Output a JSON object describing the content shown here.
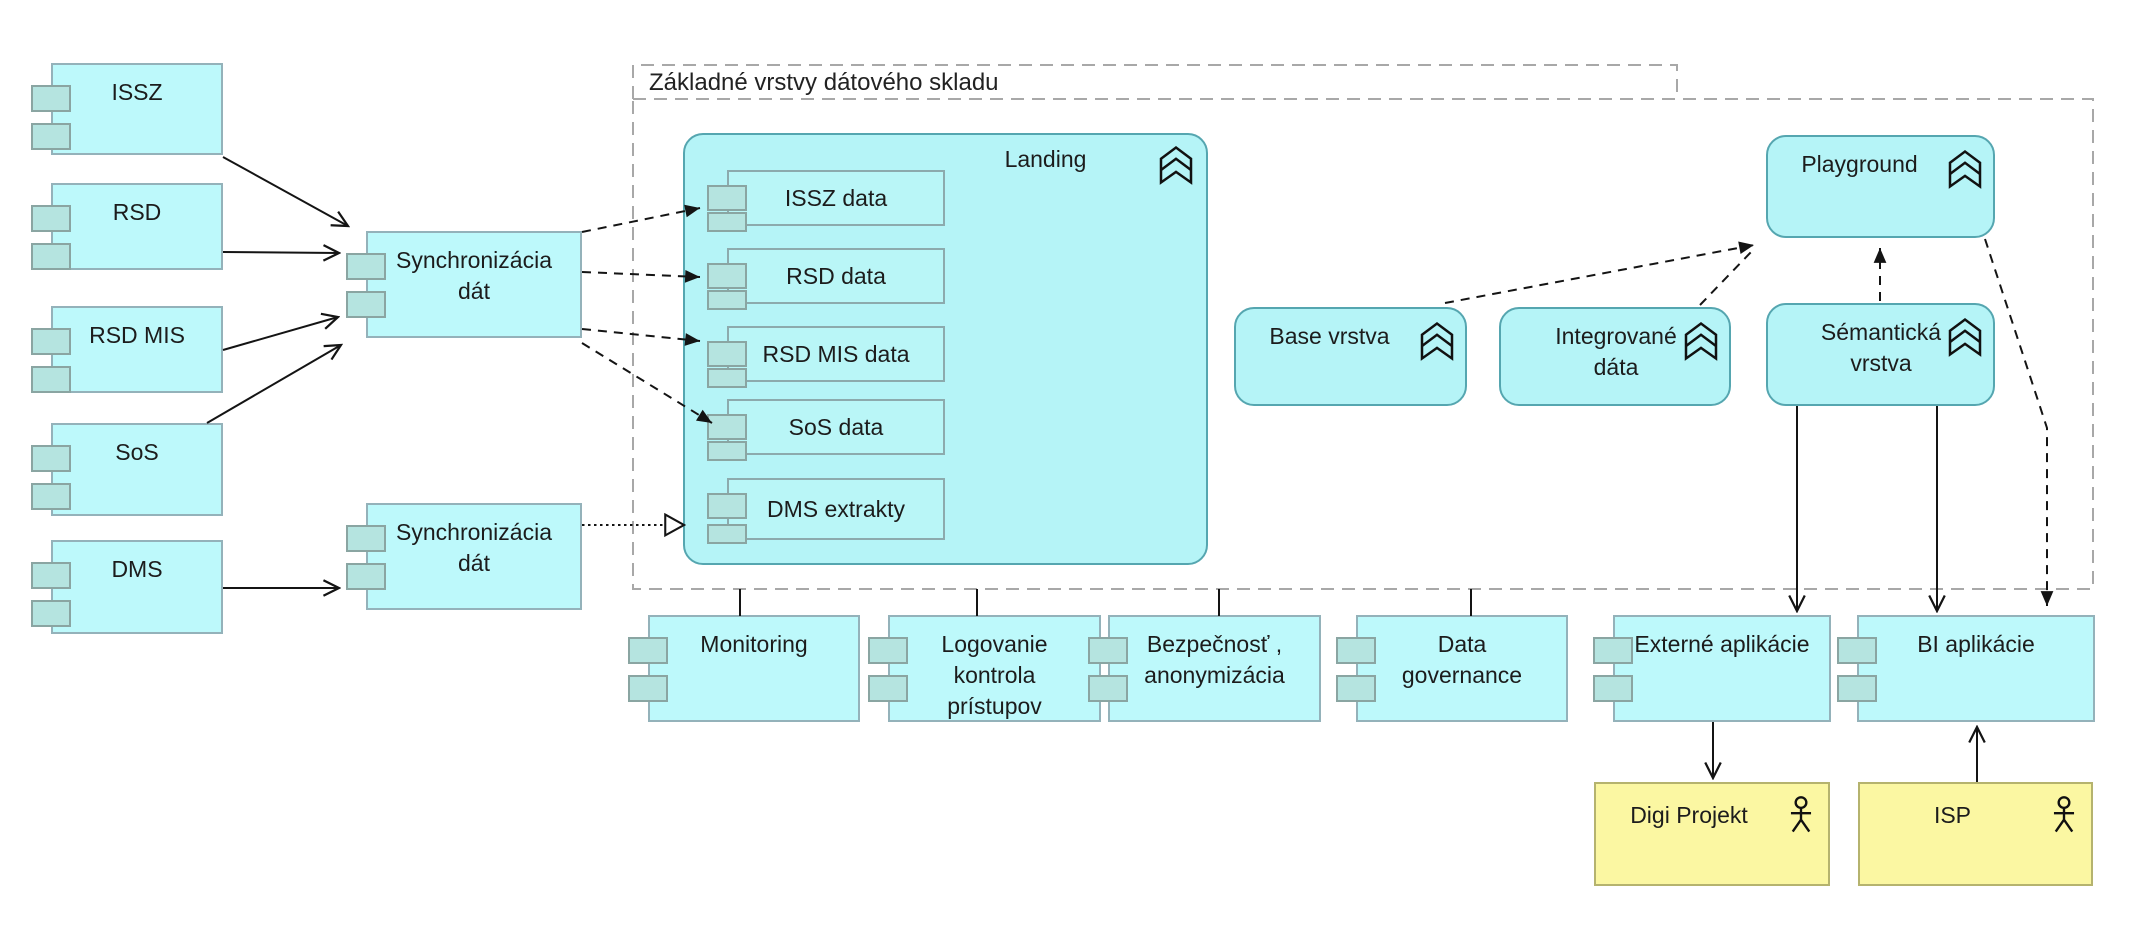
{
  "group": {
    "title": "Základné vrstvy dátového skladu"
  },
  "nodes": {
    "issz": "ISSZ",
    "rsd": "RSD",
    "rsd_mis": "RSD MIS",
    "sos": "SoS",
    "dms": "DMS",
    "sync_top": "Synchronizácia dát",
    "sync_bottom": "Synchronizácia dát",
    "landing": "Landing",
    "issz_data": "ISSZ data",
    "rsd_data": "RSD data",
    "rsd_mis_data": "RSD MIS data",
    "sos_data": "SoS data",
    "dms_extrakty": "DMS extrakty",
    "base_vrstva": "Base vrstva",
    "integrovane_data": "Integrované dáta",
    "semanticka_vrstva": "Sémantická vrstva",
    "playground": "Playground",
    "monitoring": "Monitoring",
    "logovanie": "Logovanie kontrola prístupov",
    "bezpecnost": "Bezpečnosť , anonymizácia",
    "data_governance": "Data governance",
    "externe_aplikacie": "Externé aplikácie",
    "bi_aplikacie": "BI aplikácie",
    "digi_projekt": "Digi Projekt",
    "isp": "ISP"
  },
  "icons": {
    "layer_badge": "chevron-badge-icon",
    "actor": "actor-icon",
    "port": "component-port"
  },
  "colors": {
    "node_fill": "#bdf9fb",
    "node_border": "#94b2ba",
    "rounded_fill": "#b5f4f7",
    "rounded_border": "#55a6b0",
    "port_fill": "#b5e4e0",
    "actor_fill": "#fbf7a2",
    "actor_border": "#b5b36e",
    "boundary_gray": "#a8a8a8",
    "connector_black": "#141414",
    "text": "#1c1c1c"
  }
}
